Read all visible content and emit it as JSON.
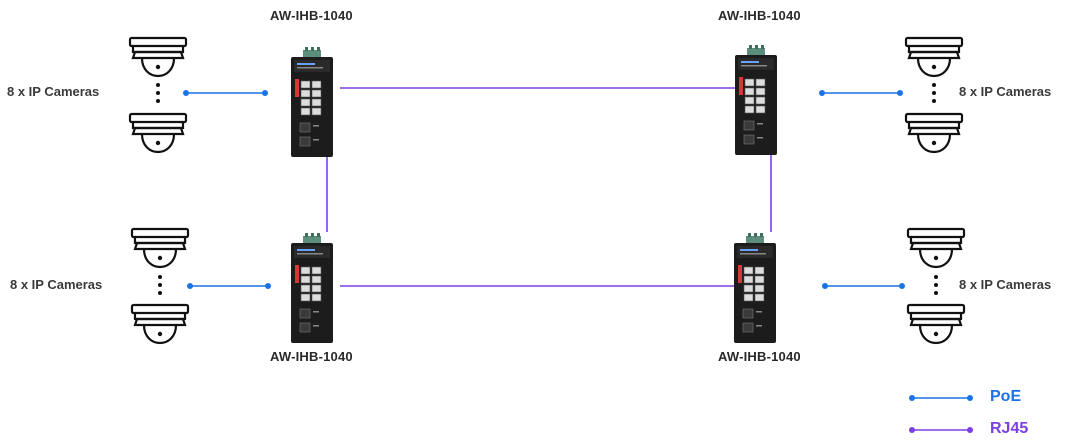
{
  "switch_model": "AW-IHB-1040",
  "camera_group_label": "8 x IP Cameras",
  "switches": [
    {
      "label": "AW-IHB-1040"
    },
    {
      "label": "AW-IHB-1040"
    },
    {
      "label": "AW-IHB-1040"
    },
    {
      "label": "AW-IHB-1040"
    }
  ],
  "camera_groups": [
    {
      "label": "8 x IP Cameras"
    },
    {
      "label": "8 x IP Cameras"
    },
    {
      "label": "8 x IP Cameras"
    },
    {
      "label": "8 x IP Cameras"
    }
  ],
  "legend": {
    "poe": {
      "label": "PoE",
      "color": "#1a73e8"
    },
    "rj45": {
      "label": "RJ45",
      "color": "#7b3fe4"
    }
  },
  "icons": [
    "dome-camera-icon",
    "industrial-switch-icon"
  ]
}
